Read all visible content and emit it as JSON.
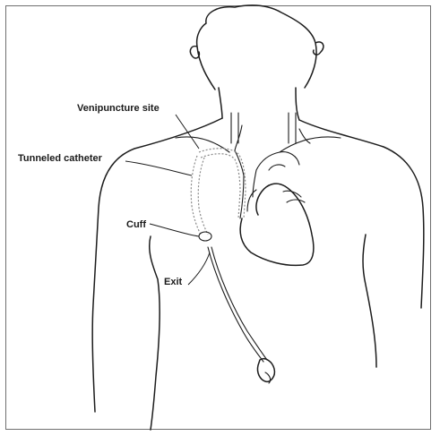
{
  "labels": {
    "venipuncture": "Venipuncture site",
    "tunneled": "Tunneled catheter",
    "cuff": "Cuff",
    "exit": "Exit"
  },
  "colors": {
    "line": "#1c1c1c",
    "frame": "#6f6f6f",
    "catheter_dots": "#8a8a8a",
    "background": "#ffffff"
  }
}
